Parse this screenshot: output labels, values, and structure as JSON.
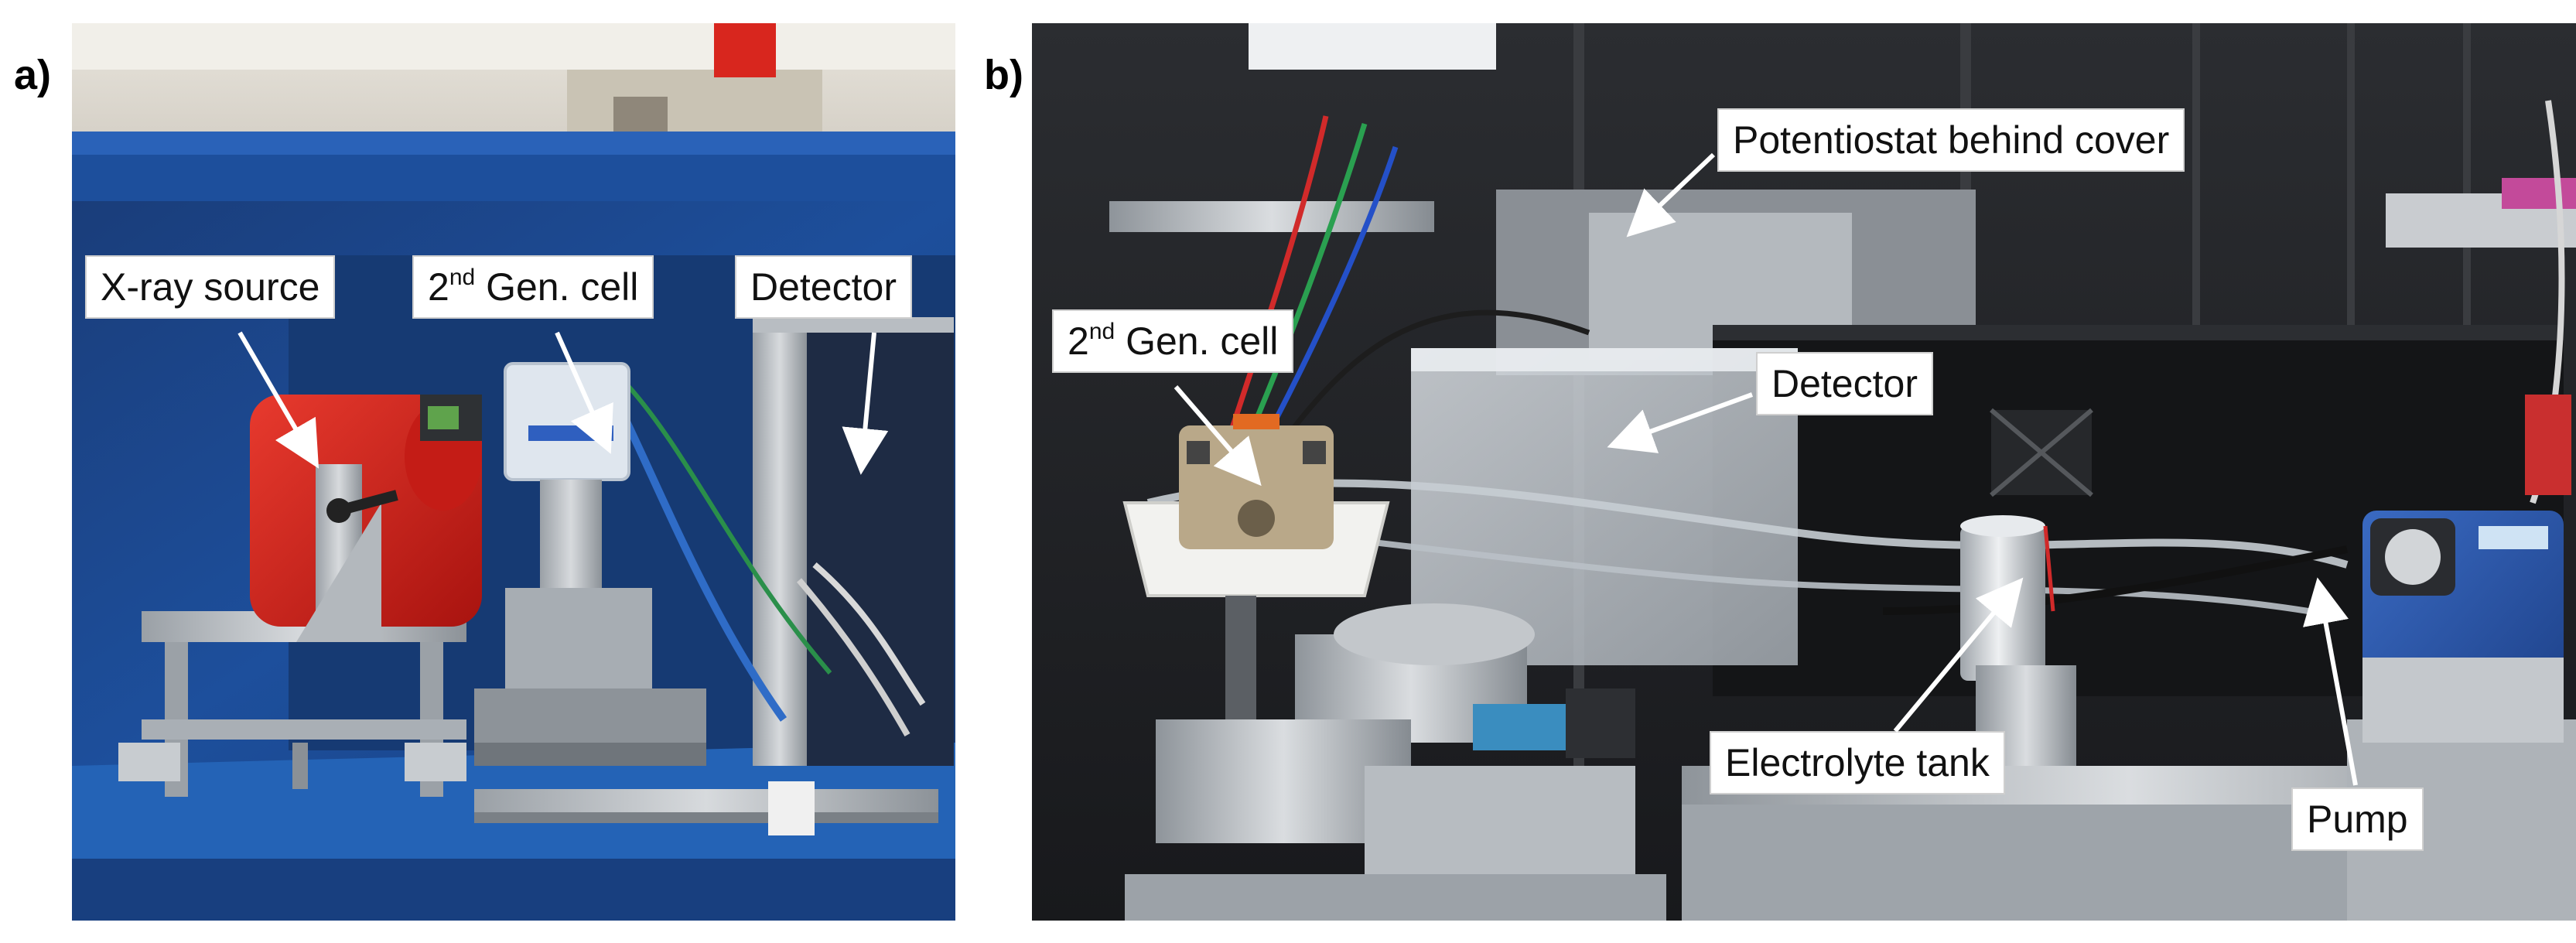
{
  "panels": {
    "a": {
      "letter": "a)",
      "labels": {
        "xray_source": "X-ray source",
        "cell_prefix": "2",
        "cell_sup": "nd",
        "cell_suffix": " Gen. cell",
        "detector": "Detector"
      }
    },
    "b": {
      "letter": "b)",
      "labels": {
        "potentiostat": "Potentiostat behind cover",
        "cell_prefix": "2",
        "cell_sup": "nd",
        "cell_suffix": " Gen. cell",
        "detector": "Detector",
        "electrolyte_tank": "Electrolyte tank",
        "pump": "Pump"
      }
    }
  },
  "colors": {
    "cabinet_blue": "#1d4f9c",
    "source_red": "#d61f1f",
    "pump_blue": "#2a5bb0",
    "dark_enclosure": "#1b1c1f"
  }
}
